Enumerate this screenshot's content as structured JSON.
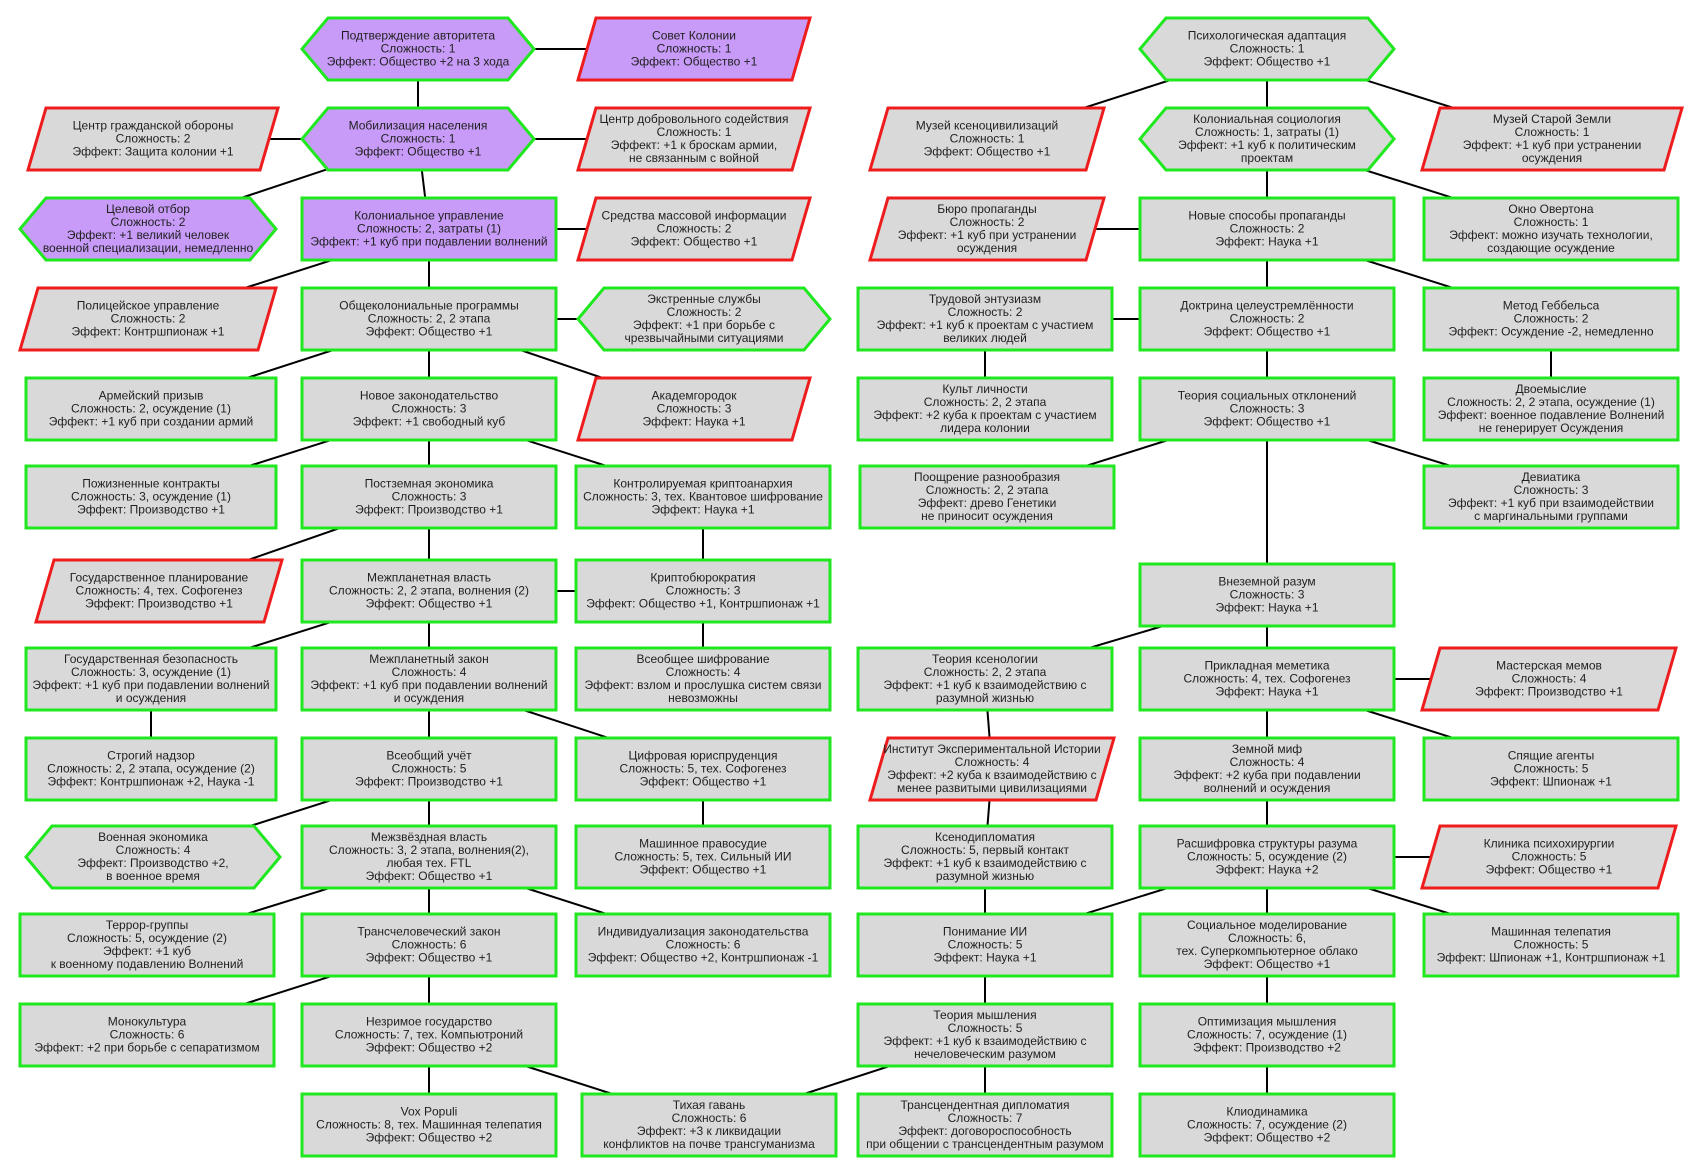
{
  "colors": {
    "normal_fill": "#d9d9d9",
    "purple_fill": "#c79bf7",
    "green_border": "#1fe81f",
    "red_border": "#ee1c1c",
    "line": "#000000"
  },
  "nodes": [
    {
      "id": "n1",
      "shape": "hexagon",
      "fill": "purple",
      "border": "green",
      "lines": [
        "Подтверждение авторитета",
        "Сложность: 1",
        "Эффект: Общество +2 на 3 хода"
      ]
    },
    {
      "id": "n2",
      "shape": "parallelogram",
      "fill": "purple",
      "border": "red",
      "lines": [
        "Совет Колонии",
        "Сложность: 1",
        "Эффект: Общество +1"
      ]
    },
    {
      "id": "n3",
      "shape": "parallelogram",
      "fill": "normal",
      "border": "red",
      "lines": [
        "Центр гражданской обороны",
        "Сложность: 2",
        "Эффект: Защита колонии +1"
      ]
    },
    {
      "id": "n4",
      "shape": "hexagon",
      "fill": "purple",
      "border": "green",
      "lines": [
        "Мобилизация населения",
        "Сложность: 1",
        "Эффект: Общество +1"
      ]
    },
    {
      "id": "n5",
      "shape": "parallelogram",
      "fill": "normal",
      "border": "red",
      "lines": [
        "Центр добровольного содействия",
        "Сложность: 1",
        "Эффект: +1 к броскам армии,",
        "не связанным с войной"
      ]
    },
    {
      "id": "n6",
      "shape": "hexagon",
      "fill": "purple",
      "border": "green",
      "lines": [
        "Целевой отбор",
        "Сложность: 2",
        "Эффект: +1 великий человек",
        "военной специализации, немедленно"
      ]
    },
    {
      "id": "n7",
      "shape": "rect",
      "fill": "purple",
      "border": "green",
      "lines": [
        "Колониальное управление",
        "Сложность: 2, затраты (1)",
        "Эффект: +1 куб при подавлении волнений"
      ]
    },
    {
      "id": "n8",
      "shape": "parallelogram",
      "fill": "normal",
      "border": "red",
      "lines": [
        "Средства массовой информации",
        "Сложность: 2",
        "Эффект: Общество +1"
      ]
    },
    {
      "id": "n9",
      "shape": "parallelogram",
      "fill": "normal",
      "border": "red",
      "lines": [
        "Полицейское управление",
        "Сложность: 2",
        "Эффект: Контршпионаж +1"
      ]
    },
    {
      "id": "n10",
      "shape": "rect",
      "fill": "normal",
      "border": "green",
      "lines": [
        "Общеколониальные программы",
        "Сложность: 2, 2 этапа",
        "Эффект: Общество +1"
      ]
    },
    {
      "id": "n11",
      "shape": "hexagon",
      "fill": "normal",
      "border": "green",
      "lines": [
        "Экстренные службы",
        "Сложность: 2",
        "Эффект: +1 при борьбе с",
        "чрезвычайными ситуациями"
      ]
    },
    {
      "id": "n12",
      "shape": "rect",
      "fill": "normal",
      "border": "green",
      "lines": [
        "Армейский призыв",
        "Сложность: 2, осуждение (1)",
        "Эффект: +1 куб при создании армий"
      ]
    },
    {
      "id": "n13",
      "shape": "rect",
      "fill": "normal",
      "border": "green",
      "lines": [
        "Новое законодательство",
        "Сложность: 3",
        "Эффект: +1 свободный куб"
      ]
    },
    {
      "id": "n14",
      "shape": "parallelogram",
      "fill": "normal",
      "border": "red",
      "lines": [
        "Академгородок",
        "Сложность: 3",
        "Эффект: Наука +1"
      ]
    },
    {
      "id": "n15",
      "shape": "rect",
      "fill": "normal",
      "border": "green",
      "lines": [
        "Пожизненные контракты",
        "Сложность: 3, осуждение (1)",
        "Эффект: Производство +1"
      ]
    },
    {
      "id": "n16",
      "shape": "rect",
      "fill": "normal",
      "border": "green",
      "lines": [
        "Постземная экономика",
        "Сложность: 3",
        "Эффект: Производство +1"
      ]
    },
    {
      "id": "n17",
      "shape": "rect",
      "fill": "normal",
      "border": "green",
      "lines": [
        "Контролируемая криптоанархия",
        "Сложность: 3, тех. Квантовое шифрование",
        "Эффект: Наука +1"
      ]
    },
    {
      "id": "n18",
      "shape": "parallelogram",
      "fill": "normal",
      "border": "red",
      "lines": [
        "Государственное планирование",
        "Сложность: 4, тех. Софогенез",
        "Эффект: Производство +1"
      ]
    },
    {
      "id": "n19",
      "shape": "rect",
      "fill": "normal",
      "border": "green",
      "lines": [
        "Межпланетная власть",
        "Сложность: 2, 2 этапа, волнения (2)",
        "Эффект: Общество +1"
      ]
    },
    {
      "id": "n20",
      "shape": "rect",
      "fill": "normal",
      "border": "green",
      "lines": [
        "Криптобюрократия",
        "Сложность: 3",
        "Эффект: Общество +1, Контршпионаж +1"
      ]
    },
    {
      "id": "n21",
      "shape": "rect",
      "fill": "normal",
      "border": "green",
      "lines": [
        "Государственная безопасность",
        "Сложность: 3, осуждение (1)",
        "Эффект: +1 куб при подавлении волнений",
        "и осуждения"
      ]
    },
    {
      "id": "n22",
      "shape": "rect",
      "fill": "normal",
      "border": "green",
      "lines": [
        "Межпланетный закон",
        "Сложность: 4",
        "Эффект: +1 куб при подавлении волнений",
        "и осуждения"
      ]
    },
    {
      "id": "n23",
      "shape": "rect",
      "fill": "normal",
      "border": "green",
      "lines": [
        "Всеобщее шифрование",
        "Сложность: 4",
        "Эффект: взлом и прослушка систем связи",
        "невозможны"
      ]
    },
    {
      "id": "n24",
      "shape": "rect",
      "fill": "normal",
      "border": "green",
      "lines": [
        "Строгий надзор",
        "Сложность: 2, 2 этапа, осуждение (2)",
        "Эффект: Контршпионаж +2, Наука -1"
      ]
    },
    {
      "id": "n25",
      "shape": "rect",
      "fill": "normal",
      "border": "green",
      "lines": [
        "Всеобщий учёт",
        "Сложность: 5",
        "Эффект: Производство +1"
      ]
    },
    {
      "id": "n26",
      "shape": "rect",
      "fill": "normal",
      "border": "green",
      "lines": [
        "Цифровая юриспруденция",
        "Сложность: 5, тех. Софогенез",
        "Эффект: Общество +1"
      ]
    },
    {
      "id": "n27",
      "shape": "hexagon",
      "fill": "normal",
      "border": "green",
      "lines": [
        "Военная экономика",
        "Сложность: 4",
        "Эффект: Производство +2,",
        "в военное время"
      ]
    },
    {
      "id": "n28",
      "shape": "rect",
      "fill": "normal",
      "border": "green",
      "lines": [
        "Межзвёздная власть",
        "Сложность: 3, 2 этапа, волнения(2),",
        "любая тех. FTL",
        "Эффект: Общество +1"
      ]
    },
    {
      "id": "n29",
      "shape": "rect",
      "fill": "normal",
      "border": "green",
      "lines": [
        "Машинное правосудие",
        "Сложность: 5, тех. Сильный ИИ",
        "Эффект: Общество +1"
      ]
    },
    {
      "id": "n30",
      "shape": "rect",
      "fill": "normal",
      "border": "green",
      "lines": [
        "Террор-группы",
        "Сложность: 5, осуждение (2)",
        "Эффект: +1 куб",
        "к военному подавлению Волнений"
      ]
    },
    {
      "id": "n31",
      "shape": "rect",
      "fill": "normal",
      "border": "green",
      "lines": [
        "Трансчеловеческий закон",
        "Сложность: 6",
        "Эффект: Общество +1"
      ]
    },
    {
      "id": "n32",
      "shape": "rect",
      "fill": "normal",
      "border": "green",
      "lines": [
        "Индивидуализация законодательства",
        "Сложность: 6",
        "Эффект: Общество +2, Контршпионаж -1"
      ]
    },
    {
      "id": "n33",
      "shape": "rect",
      "fill": "normal",
      "border": "green",
      "lines": [
        "Монокультура",
        "Сложность: 6",
        "Эффект: +2 при борьбе с сепаратизмом"
      ]
    },
    {
      "id": "n34",
      "shape": "rect",
      "fill": "normal",
      "border": "green",
      "lines": [
        "Незримое государство",
        "Сложность: 7, тех. Компьютроний",
        "Эффект: Общество +2"
      ]
    },
    {
      "id": "n35",
      "shape": "rect",
      "fill": "normal",
      "border": "green",
      "lines": [
        "Vox Populi",
        "Сложность: 8, тех. Машинная телепатия",
        "Эффект: Общество +2"
      ]
    },
    {
      "id": "n36",
      "shape": "rect",
      "fill": "normal",
      "border": "green",
      "lines": [
        "Тихая гавань",
        "Сложность: 6",
        "Эффект: +3 к ликвидации",
        "конфликтов на почве трансгуманизма"
      ]
    },
    {
      "id": "n37",
      "shape": "hexagon",
      "fill": "normal",
      "border": "green",
      "lines": [
        "Психологическая адаптация",
        "Сложность: 1",
        "Эффект: Общество +1"
      ]
    },
    {
      "id": "n38",
      "shape": "parallelogram",
      "fill": "normal",
      "border": "red",
      "lines": [
        "Музей ксеноцивилизаций",
        "Сложность: 1",
        "Эффект: Общество +1"
      ]
    },
    {
      "id": "n39",
      "shape": "hexagon",
      "fill": "normal",
      "border": "green",
      "lines": [
        "Колониальная социология",
        "Сложность: 1, затраты (1)",
        "Эффект: +1 куб к политическим",
        "проектам"
      ]
    },
    {
      "id": "n40",
      "shape": "parallelogram",
      "fill": "normal",
      "border": "red",
      "lines": [
        "Музей Старой Земли",
        "Сложность: 1",
        "Эффект: +1 куб при устранении",
        "осуждения"
      ]
    },
    {
      "id": "n41",
      "shape": "parallelogram",
      "fill": "normal",
      "border": "red",
      "lines": [
        "Бюро пропаганды",
        "Сложность: 2",
        "Эффект: +1 куб при устранении",
        "осуждения"
      ]
    },
    {
      "id": "n42",
      "shape": "rect",
      "fill": "normal",
      "border": "green",
      "lines": [
        "Новые способы пропаганды",
        "Сложность: 2",
        "Эффект: Наука +1"
      ]
    },
    {
      "id": "n43",
      "shape": "rect",
      "fill": "normal",
      "border": "green",
      "lines": [
        "Окно Овертона",
        "Сложность: 1",
        "Эффект: можно изучать технологии,",
        "создающие осуждение"
      ]
    },
    {
      "id": "n44",
      "shape": "rect",
      "fill": "normal",
      "border": "green",
      "lines": [
        "Трудовой энтузиазм",
        "Сложность: 2",
        "Эффект: +1 куб к проектам с участием",
        "великих людей"
      ]
    },
    {
      "id": "n45",
      "shape": "rect",
      "fill": "normal",
      "border": "green",
      "lines": [
        "Доктрина целеустремлённости",
        "Сложность: 2",
        "Эффект: Общество +1"
      ]
    },
    {
      "id": "n46",
      "shape": "rect",
      "fill": "normal",
      "border": "green",
      "lines": [
        "Метод Геббельса",
        "Сложность: 2",
        "Эффект: Осуждение -2, немедленно"
      ]
    },
    {
      "id": "n47",
      "shape": "rect",
      "fill": "normal",
      "border": "green",
      "lines": [
        "Культ личности",
        "Сложность: 2, 2 этапа",
        "Эффект: +2 куба к проектам с участием",
        "лидера колонии"
      ]
    },
    {
      "id": "n48",
      "shape": "rect",
      "fill": "normal",
      "border": "green",
      "lines": [
        "Теория социальных отклонений",
        "Сложность: 3",
        "Эффект: Общество +1"
      ]
    },
    {
      "id": "n49",
      "shape": "rect",
      "fill": "normal",
      "border": "green",
      "lines": [
        "Двоемыслие",
        "Сложность: 2, 2 этапа, осуждение (1)",
        "Эффект: военное подавление Волнений",
        "не генерирует Осуждения"
      ]
    },
    {
      "id": "n50",
      "shape": "rect",
      "fill": "normal",
      "border": "green",
      "lines": [
        "Поощрение разнообразия",
        "Сложность: 2, 2 этапа",
        "Эффект: древо Генетики",
        "не приносит осуждения"
      ]
    },
    {
      "id": "n51",
      "shape": "rect",
      "fill": "normal",
      "border": "green",
      "lines": [
        "Девиатика",
        "Сложность: 3",
        "Эффект: +1 куб при взаимодействии",
        "с маргинальными группами"
      ]
    },
    {
      "id": "n52",
      "shape": "rect",
      "fill": "normal",
      "border": "green",
      "lines": [
        "Внеземной разум",
        "Сложность: 3",
        "Эффект: Наука +1"
      ]
    },
    {
      "id": "n53",
      "shape": "rect",
      "fill": "normal",
      "border": "green",
      "lines": [
        "Теория ксенологии",
        "Сложность: 2, 2 этапа",
        "Эффект: +1 куб к взаимодействию с",
        "разумной жизнью"
      ]
    },
    {
      "id": "n54",
      "shape": "rect",
      "fill": "normal",
      "border": "green",
      "lines": [
        "Прикладная меметика",
        "Сложность: 4, тех. Софогенез",
        "Эффект: Наука +1"
      ]
    },
    {
      "id": "n55",
      "shape": "parallelogram",
      "fill": "normal",
      "border": "red",
      "lines": [
        "Мастерская мемов",
        "Сложность: 4",
        "Эффект: Производство +1"
      ]
    },
    {
      "id": "n56",
      "shape": "parallelogram",
      "fill": "normal",
      "border": "red",
      "lines": [
        "Институт Экспериментальной Истории",
        "Сложность: 4",
        "Эффект: +2 куба к взаимодействию с",
        "менее развитыми цивилизациями"
      ]
    },
    {
      "id": "n57",
      "shape": "rect",
      "fill": "normal",
      "border": "green",
      "lines": [
        "Земной миф",
        "Сложность: 4",
        "Эффект: +2 куба при подавлении",
        "волнений и осуждения"
      ]
    },
    {
      "id": "n58",
      "shape": "rect",
      "fill": "normal",
      "border": "green",
      "lines": [
        "Спящие агенты",
        "Сложность: 5",
        "Эффект: Шпионаж +1"
      ]
    },
    {
      "id": "n59",
      "shape": "rect",
      "fill": "normal",
      "border": "green",
      "lines": [
        "Ксенодипломатия",
        "Сложность: 5, первый контакт",
        "Эффект: +1 куб к взаимодействию с",
        "разумной жизнью"
      ]
    },
    {
      "id": "n60",
      "shape": "rect",
      "fill": "normal",
      "border": "green",
      "lines": [
        "Расшифровка структуры разума",
        "Сложность: 5, осуждение (2)",
        "Эффект: Наука +2"
      ]
    },
    {
      "id": "n61",
      "shape": "parallelogram",
      "fill": "normal",
      "border": "red",
      "lines": [
        "Клиника психохирургии",
        "Сложность: 5",
        "Эффект: Общество +1"
      ]
    },
    {
      "id": "n62",
      "shape": "rect",
      "fill": "normal",
      "border": "green",
      "lines": [
        "Понимание ИИ",
        "Сложность: 5",
        "Эффект: Наука +1"
      ]
    },
    {
      "id": "n63",
      "shape": "rect",
      "fill": "normal",
      "border": "green",
      "lines": [
        "Социальное моделирование",
        "Сложность: 6,",
        "тех. Суперкомпьютерное облако",
        "Эффект: Общество +1"
      ]
    },
    {
      "id": "n64",
      "shape": "rect",
      "fill": "normal",
      "border": "green",
      "lines": [
        "Машинная телепатия",
        "Сложность: 5",
        "Эффект: Шпионаж +1, Контршпионаж +1"
      ]
    },
    {
      "id": "n65",
      "shape": "rect",
      "fill": "normal",
      "border": "green",
      "lines": [
        "Теория мышления",
        "Сложность: 5",
        "Эффект: +1 куб к взаимодействию с",
        "нечеловеческим разумом"
      ]
    },
    {
      "id": "n66",
      "shape": "rect",
      "fill": "normal",
      "border": "green",
      "lines": [
        "Оптимизация мышления",
        "Сложность: 7, осуждение (1)",
        "Эффект: Производство +2"
      ]
    },
    {
      "id": "n67",
      "shape": "rect",
      "fill": "normal",
      "border": "green",
      "lines": [
        "Трансцендентная дипломатия",
        "Сложность: 7",
        "Эффект: договороспособность",
        "при общении с трансцендентным разумом"
      ]
    },
    {
      "id": "n68",
      "shape": "rect",
      "fill": "normal",
      "border": "green",
      "lines": [
        "Клиодинамика",
        "Сложность: 7, осуждение (2)",
        "Эффект: Общество +2"
      ]
    }
  ],
  "edges": [
    [
      "n1",
      "n2"
    ],
    [
      "n1",
      "n4"
    ],
    [
      "n3",
      "n4"
    ],
    [
      "n4",
      "n5"
    ],
    [
      "n4",
      "n6"
    ],
    [
      "n4",
      "n7"
    ],
    [
      "n7",
      "n8"
    ],
    [
      "n7",
      "n9"
    ],
    [
      "n7",
      "n10"
    ],
    [
      "n10",
      "n11"
    ],
    [
      "n10",
      "n12"
    ],
    [
      "n10",
      "n13"
    ],
    [
      "n10",
      "n14"
    ],
    [
      "n13",
      "n15"
    ],
    [
      "n13",
      "n16"
    ],
    [
      "n13",
      "n17"
    ],
    [
      "n16",
      "n18"
    ],
    [
      "n16",
      "n19"
    ],
    [
      "n17",
      "n20"
    ],
    [
      "n19",
      "n20"
    ],
    [
      "n19",
      "n21"
    ],
    [
      "n19",
      "n22"
    ],
    [
      "n20",
      "n23"
    ],
    [
      "n21",
      "n24"
    ],
    [
      "n22",
      "n25"
    ],
    [
      "n22",
      "n26"
    ],
    [
      "n26",
      "n29"
    ],
    [
      "n25",
      "n27"
    ],
    [
      "n25",
      "n28"
    ],
    [
      "n28",
      "n30"
    ],
    [
      "n28",
      "n31"
    ],
    [
      "n28",
      "n32"
    ],
    [
      "n31",
      "n33"
    ],
    [
      "n31",
      "n34"
    ],
    [
      "n34",
      "n35"
    ],
    [
      "n34",
      "n36"
    ],
    [
      "n36",
      "n65"
    ],
    [
      "n37",
      "n38"
    ],
    [
      "n37",
      "n39"
    ],
    [
      "n37",
      "n40"
    ],
    [
      "n39",
      "n42"
    ],
    [
      "n39",
      "n43"
    ],
    [
      "n41",
      "n42"
    ],
    [
      "n42",
      "n45"
    ],
    [
      "n42",
      "n46"
    ],
    [
      "n44",
      "n45"
    ],
    [
      "n44",
      "n47"
    ],
    [
      "n45",
      "n48"
    ],
    [
      "n46",
      "n49"
    ],
    [
      "n48",
      "n50"
    ],
    [
      "n48",
      "n51"
    ],
    [
      "n48",
      "n52"
    ],
    [
      "n52",
      "n53"
    ],
    [
      "n52",
      "n54"
    ],
    [
      "n54",
      "n55"
    ],
    [
      "n54",
      "n57"
    ],
    [
      "n54",
      "n58"
    ],
    [
      "n53",
      "n56"
    ],
    [
      "n56",
      "n59"
    ],
    [
      "n57",
      "n60"
    ],
    [
      "n60",
      "n61"
    ],
    [
      "n60",
      "n62"
    ],
    [
      "n60",
      "n63"
    ],
    [
      "n60",
      "n64"
    ],
    [
      "n59",
      "n62"
    ],
    [
      "n62",
      "n65"
    ],
    [
      "n63",
      "n66"
    ],
    [
      "n65",
      "n67"
    ],
    [
      "n66",
      "n68"
    ]
  ]
}
